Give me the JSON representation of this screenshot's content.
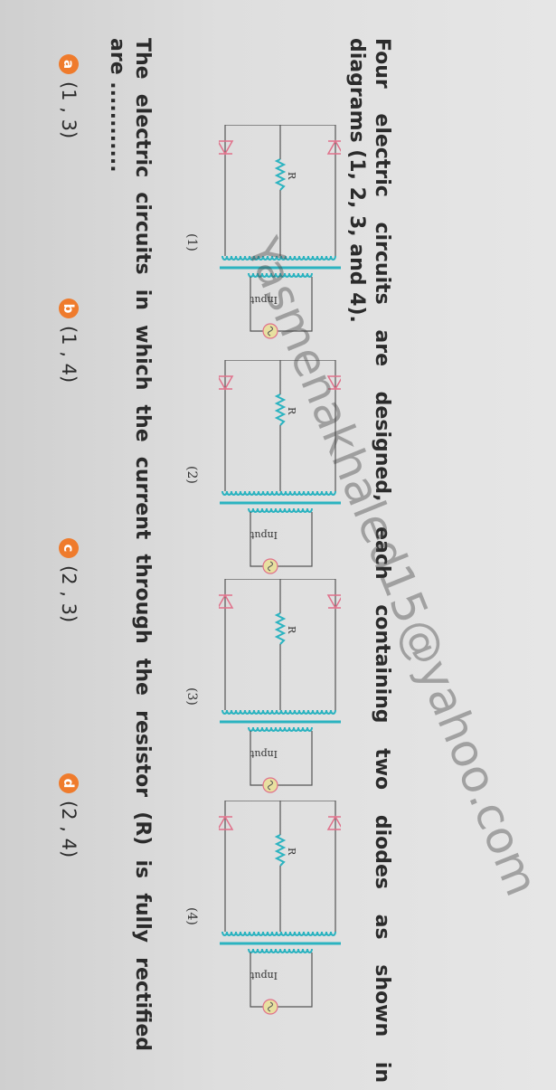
{
  "question1": {
    "line1": "Four electric circuits are designed, each containing two diodes as shown in",
    "line2": "diagrams (1, 2, 3, and 4)."
  },
  "diagrams": [
    {
      "label": "(1)",
      "resistor": "R",
      "input": "Input",
      "diodes": [
        "left",
        "right"
      ]
    },
    {
      "label": "(2)",
      "resistor": "R",
      "input": "Input",
      "diodes": [
        "right",
        "right"
      ]
    },
    {
      "label": "(3)",
      "resistor": "R",
      "input": "Input",
      "diodes": [
        "right",
        "left"
      ]
    },
    {
      "label": "(4)",
      "resistor": "R",
      "input": "Input",
      "diodes": [
        "left",
        "left"
      ]
    }
  ],
  "question2": {
    "line1": "The electric circuits in which the current through the resistor (R) is fully rectified",
    "line2": "are ............"
  },
  "options": [
    {
      "letter": "a",
      "text": "(1 , 3)"
    },
    {
      "letter": "b",
      "text": "(1 , 4)"
    },
    {
      "letter": "c",
      "text": "(2 , 3)"
    },
    {
      "letter": "d",
      "text": "(2 , 4)"
    }
  ],
  "watermark": "Yasmenakhaled15@yahoo.com",
  "colors": {
    "wire": "#555555",
    "coil": "#2bb3c0",
    "diode": "#e0708a",
    "option": "#ef7b2c"
  }
}
